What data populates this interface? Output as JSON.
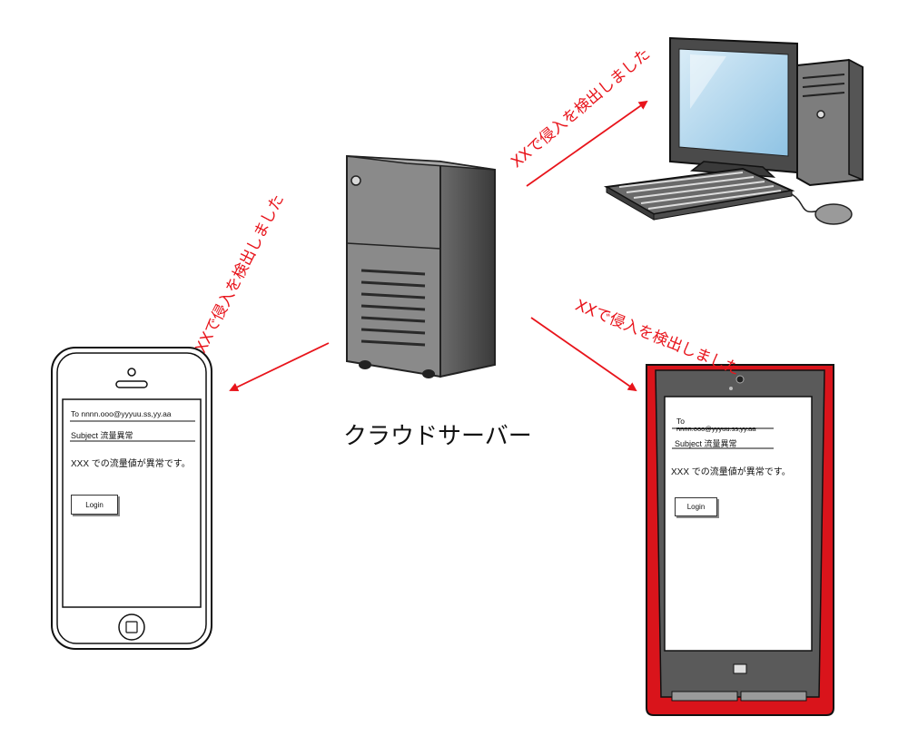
{
  "server": {
    "caption": "クラウドサーバー"
  },
  "arrows": {
    "to_iphone": {
      "label": "XXで侵入を検出しました"
    },
    "to_pc": {
      "label": "XXで侵入を検出しました"
    },
    "to_android": {
      "label": "XXで侵入を検出しました"
    }
  },
  "iphone_mail": {
    "to_line": "To nnnn.ooo@yyyuu.ss,yy.aa",
    "subject_line": "Subject  流量異常",
    "body": "XXX での流量値が異常です。",
    "login_button": "Login"
  },
  "android_mail": {
    "to_label": "To",
    "to_address": "nnnn.ooo@yyyuu.ss,yy.aa",
    "subject_line": "Subject 流量異常",
    "body": "XXX での流量値が異常です。",
    "login_button": "Login"
  },
  "colors": {
    "arrow": "#e8141b",
    "android_frame": "#d9141b"
  }
}
